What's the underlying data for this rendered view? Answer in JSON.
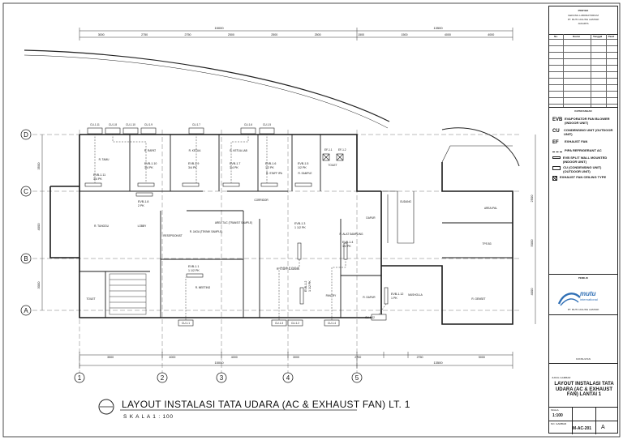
{
  "title": {
    "main": "LAYOUT INSTALASI TATA UDARA (AC & EXHAUST FAN)  LT. 1",
    "scale": "S K A L A   1 : 100"
  },
  "grid": {
    "columns": [
      "1",
      "2",
      "3",
      "4",
      "5"
    ],
    "rows": [
      "D",
      "C",
      "B",
      "A"
    ]
  },
  "dimensions": {
    "top_total_left": "15000",
    "top_total_right": "13500",
    "top_segments": [
      "3000",
      "2750",
      "2750",
      "2500",
      "2500",
      "2500",
      "1500",
      "1500",
      "4000",
      "4000"
    ],
    "bottom_total_left": "15000",
    "bottom_total_right": "13500",
    "bottom_segments": [
      "3500",
      "4000",
      "4000",
      "3000",
      "2750",
      "2750",
      "5000"
    ],
    "left_side": [
      "3500",
      "4000",
      "3000"
    ],
    "right_side": [
      "2500",
      "5000",
      "4000"
    ]
  },
  "rooms": [
    "R. TAMU",
    "R. RAPAT",
    "R. KETUA",
    "R. KETUA LAB",
    "R. STAFF IPA",
    "R. SAMPLE",
    "TOILET",
    "R. TUNGGU",
    "LOBBY",
    "RESEPSIONIST",
    "R. JAGA (TEKNIK SAMPLE)",
    "AREA TUC (TRANSIT SAMPLE)",
    "CORRIDOR",
    "R. STAFF & ADMIN",
    "R. ALAT SAMPLING",
    "PANTRY",
    "R. MEETING",
    "TOILET",
    "R. DAPUR",
    "MUSHOLLA",
    "R. GENSET",
    "AREA IPAL",
    "TPS B3",
    "GUDANG",
    "DAPUR"
  ],
  "equipment": {
    "cu_top": [
      "CU-1.11",
      "CU-1.8",
      "CU-1.10",
      "CU-1.9",
      "CU-1.7",
      "CU-1.6",
      "CU-1.5"
    ],
    "evb_units": [
      {
        "tag": "EVB-1.11",
        "cap": "3/4 PK"
      },
      {
        "tag": "EVB-1.10",
        "cap": "3/4 PK"
      },
      {
        "tag": "EVB-1.9",
        "cap": "3/4 PK"
      },
      {
        "tag": "EVB-1.7",
        "cap": "3/4 PK"
      },
      {
        "tag": "EVB-1.6",
        "cap": "1/2 PK"
      },
      {
        "tag": "EVB-1.5",
        "cap": "1/2 PK"
      },
      {
        "tag": "EVB-1.8",
        "cap": "2 PK"
      },
      {
        "tag": "EVB-1.3",
        "cap": "1 1/2 PK"
      },
      {
        "tag": "EVB-1.2",
        "cap": "1 1/2 PK"
      },
      {
        "tag": "EVB-1.4",
        "cap": "1/2 PK"
      },
      {
        "tag": "EVB-1.1",
        "cap": "1 1/2 PK"
      },
      {
        "tag": "EVB-1.12",
        "cap": "1 PK"
      }
    ],
    "cu_bottom": [
      "CU-1.1",
      "CU-1.3",
      "CU-1.2",
      "CU-1.4",
      "CU-1.12"
    ],
    "exhaust": [
      "EF-1.1",
      "EF-1.2"
    ]
  },
  "titleblock": {
    "project_header": "PROYEK",
    "project_lines": [
      "GEDUNG LABORATORIUM",
      "PT. MUTU AGUNG LESTARI",
      "JAKARTA"
    ],
    "revision_cols": [
      "No.",
      "Revisi",
      "Tanggal",
      "Paraf"
    ],
    "legend_header": "KETERANGAN",
    "legend": [
      {
        "code": "EVB",
        "desc": "EVAPORATOR FAN BLOWER (INDOOR UNIT)"
      },
      {
        "code": "CU",
        "desc": "CONDENSING UNIT (OUTDOOR UNIT)"
      },
      {
        "code": "EF",
        "desc": "EXHAUST FAN"
      },
      {
        "code": "",
        "desc": "PIPA REFRIGERANT AC"
      },
      {
        "code": "",
        "desc": "EVB SPLIT WALL MOUNTED (INDOOR UNIT)"
      },
      {
        "code": "",
        "desc": "CU (CONDENSING UNIT) (OUTDOOR UNIT)"
      },
      {
        "code": "",
        "desc": "EXHAUST FAN CEILING TYPE"
      }
    ],
    "owner_header": "PEMILIK",
    "logo_text": "mutu",
    "logo_sub": "international",
    "owner_name": "PT. MUTU AGUNG LESTARI",
    "consultant_header": "KONSULTAN",
    "drawing_title_header": "JUDUL GAMBAR",
    "drawing_title": "LAYOUT INSTALASI TATA UDARA (AC & EXHAUST FAN) LANTAI 1",
    "scale_label": "SKALA",
    "scale_value": "1:100",
    "sheet_label": "NO. GAMBAR",
    "sheet_no": "M-AC-201",
    "rev": "A"
  },
  "colors": {
    "line": "#1a1a1a",
    "logo_blue": "#2f6fb5"
  }
}
